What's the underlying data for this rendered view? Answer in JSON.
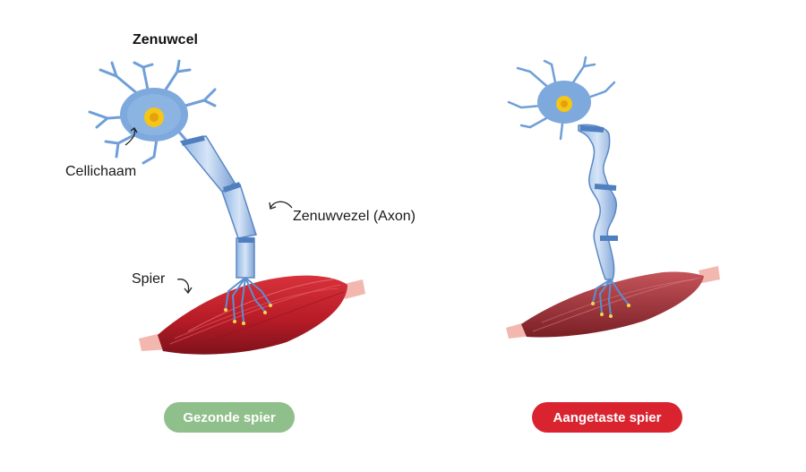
{
  "title": "Zenuwcel",
  "labels": {
    "cell_body": "Cellichaam",
    "axon": "Zenuwvezel (Axon)",
    "muscle": "Spier"
  },
  "panels": {
    "healthy": {
      "label": "Gezonde spier",
      "color": "#8fbf8a"
    },
    "affected": {
      "label": "Aangetaste spier",
      "color": "#d9242f"
    }
  },
  "colors": {
    "neuron": "#7ea9dd",
    "neuron_dark": "#4f7fbf",
    "nucleus": "#f5c518",
    "muscle": "#c01f2a",
    "muscle_dark": "#8c1620",
    "tendon": "#f2b8b0"
  }
}
